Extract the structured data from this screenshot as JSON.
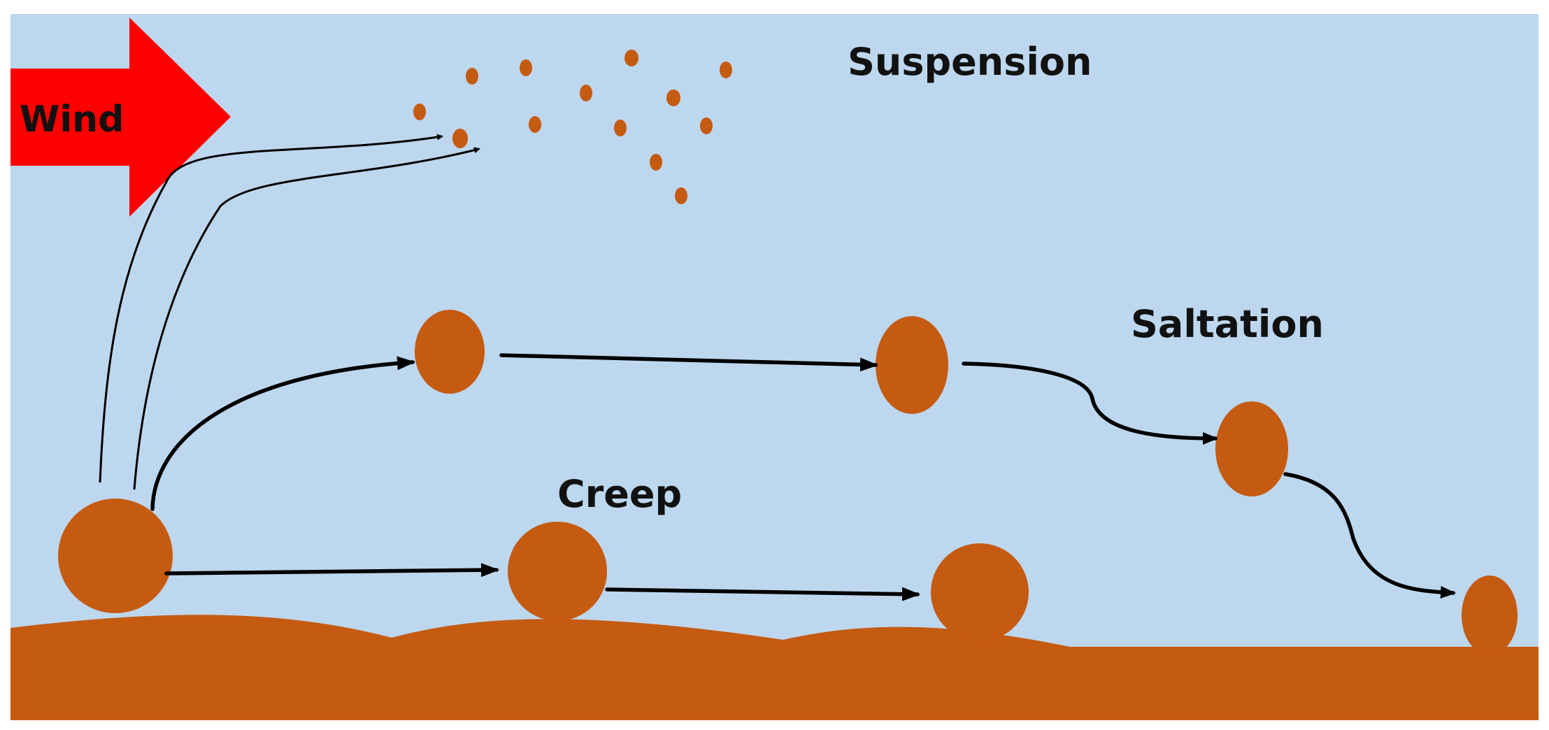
{
  "labels": {
    "wind": "Wind",
    "suspension": "Suspension",
    "saltation": "Saltation",
    "creep": "Creep"
  },
  "colors": {
    "sky": "#bdd7ee",
    "ground": "#c55a11",
    "particle": "#c55a11",
    "wind_arrow": "#ff0000",
    "arrow": "#000000"
  }
}
